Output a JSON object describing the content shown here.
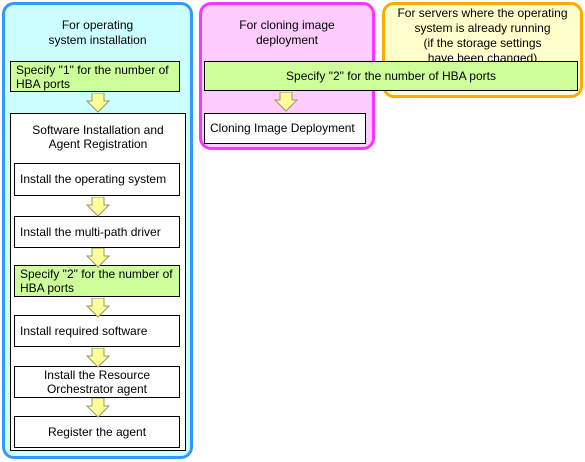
{
  "panels": {
    "os_install": {
      "title_l1": "For operating",
      "title_l2": "system installation"
    },
    "cloning": {
      "title_l1": "For cloning image",
      "title_l2": "deployment"
    },
    "running": {
      "title_l1": "For servers where the operating",
      "title_l2": "system is already running",
      "title_l3": "(if the storage settings",
      "title_l4": "have been changed)"
    }
  },
  "steps": {
    "specify1_l1": "Specify \"1\" for the number of",
    "specify1_l2": "HBA ports",
    "sw_install_l1": "Software Installation and",
    "sw_install_l2": "Agent Registration",
    "install_os": "Install the operating system",
    "install_multipath": "Install the multi-path driver",
    "specify2_l1": "Specify \"2\" for the number of",
    "specify2_l2": "HBA ports",
    "install_required": "Install required software",
    "install_agent_l1": "Install the Resource",
    "install_agent_l2": "Orchestrator agent",
    "register_agent": "Register the agent",
    "specify2_wide": "Specify \"2\" for the number of HBA ports",
    "cloning_deploy": "Cloning Image Deployment"
  },
  "colors": {
    "os_panel_fill": "#ccffff",
    "os_panel_border": "#3399ff",
    "clone_panel_fill": "#ffccff",
    "clone_panel_border": "#ff33ff",
    "running_panel_fill": "#ffffcc",
    "running_panel_border": "#ffaa00",
    "highlight_step": "#ccff99",
    "arrow_fill": "#ffff99",
    "arrow_stroke": "#999966"
  }
}
